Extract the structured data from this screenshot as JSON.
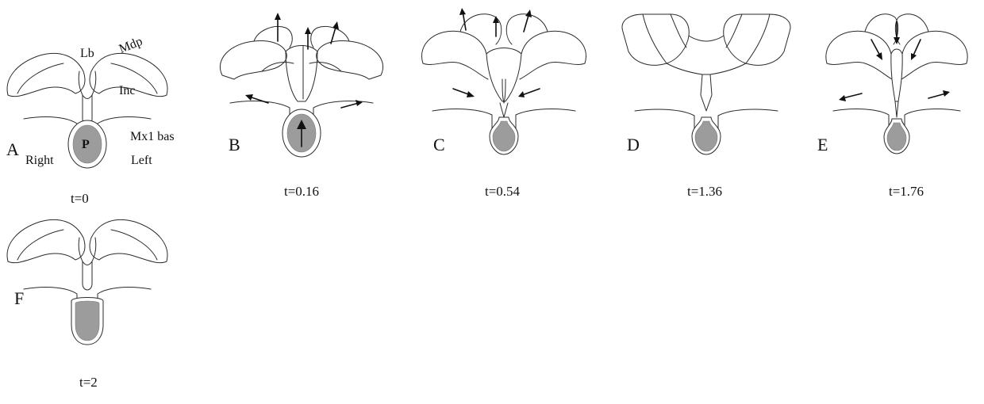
{
  "panels": [
    {
      "letter": "A",
      "time": "t=0"
    },
    {
      "letter": "B",
      "time": "t=0.16"
    },
    {
      "letter": "C",
      "time": "t=0.54"
    },
    {
      "letter": "D",
      "time": "t=1.36"
    },
    {
      "letter": "E",
      "time": "t=1.76"
    },
    {
      "letter": "F",
      "time": "t=2"
    }
  ],
  "labels": {
    "lb": "Lb",
    "mdp": "Mdp",
    "inc": "Inc",
    "mx1bas": "Mx1 bas",
    "p": "P",
    "right": "Right",
    "left": "Left"
  }
}
